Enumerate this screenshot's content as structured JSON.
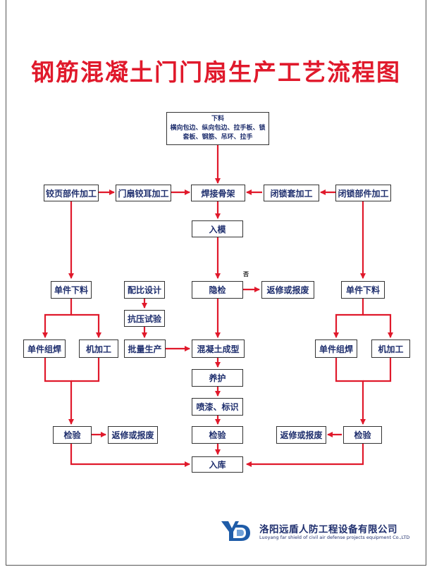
{
  "title": "钢筋混凝土门门扇生产工艺流程图",
  "top_box": {
    "line1": "下料",
    "line2": "横向包边、纵向包边、拉手板、锁",
    "line3": "套板、钢筋、吊环、拉手"
  },
  "nodes": {
    "hinge_parts": "铰页部件加工",
    "door_hinge_ear": "门扇铰耳加工",
    "weld_frame": "焊接骨架",
    "lock_sleeve": "闭锁套加工",
    "lock_parts": "闭锁部件加工",
    "into_mold": "入模",
    "left_cut": "单件下料",
    "mix_design": "配比设计",
    "hidden_check": "隐检",
    "rework_mid": "返修或报废",
    "right_cut": "单件下料",
    "compression_test": "抗压试验",
    "left_weld": "单件组焊",
    "left_machining": "机加工",
    "batch_production": "批量生产",
    "concrete_forming": "混凝土成型",
    "right_weld": "单件组焊",
    "right_machining": "机加工",
    "curing": "养护",
    "paint_mark": "喷漆、标识",
    "left_inspect": "检验",
    "rework_left": "返修或报废",
    "mid_inspect": "检验",
    "rework_right": "返修或报废",
    "right_inspect": "检验",
    "storage": "入库"
  },
  "fail_label": "否",
  "company": {
    "logo_text": "YD",
    "name_cn": "洛阳远盾人防工程设备有限公司",
    "name_en": "Luoyang far shield of civil air defense projects equipment Co.,LTD"
  },
  "colors": {
    "title": "#e0192b",
    "arrow": "#e0192b",
    "box_text": "#1f2f6e",
    "logo_blue": "#1f5ca8"
  }
}
